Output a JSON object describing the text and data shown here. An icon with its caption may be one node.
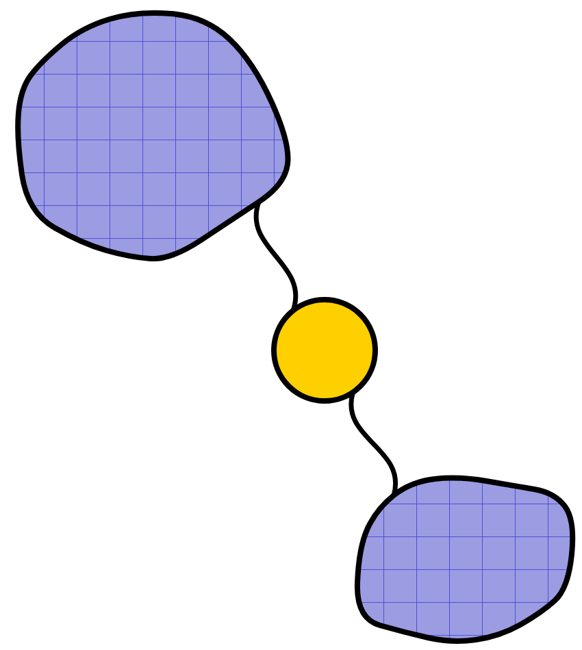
{
  "diagram": {
    "nodes": [
      {
        "text": [],
        "shape": "blob"
      },
      {
        "text": [],
        "shape": "circle"
      },
      {
        "text": [],
        "shape": "blob"
      }
    ],
    "edges": [
      {
        "from": 0,
        "to": 1,
        "arrow": "none"
      },
      {
        "from": 1,
        "to": 2,
        "arrow": "none"
      }
    ]
  }
}
